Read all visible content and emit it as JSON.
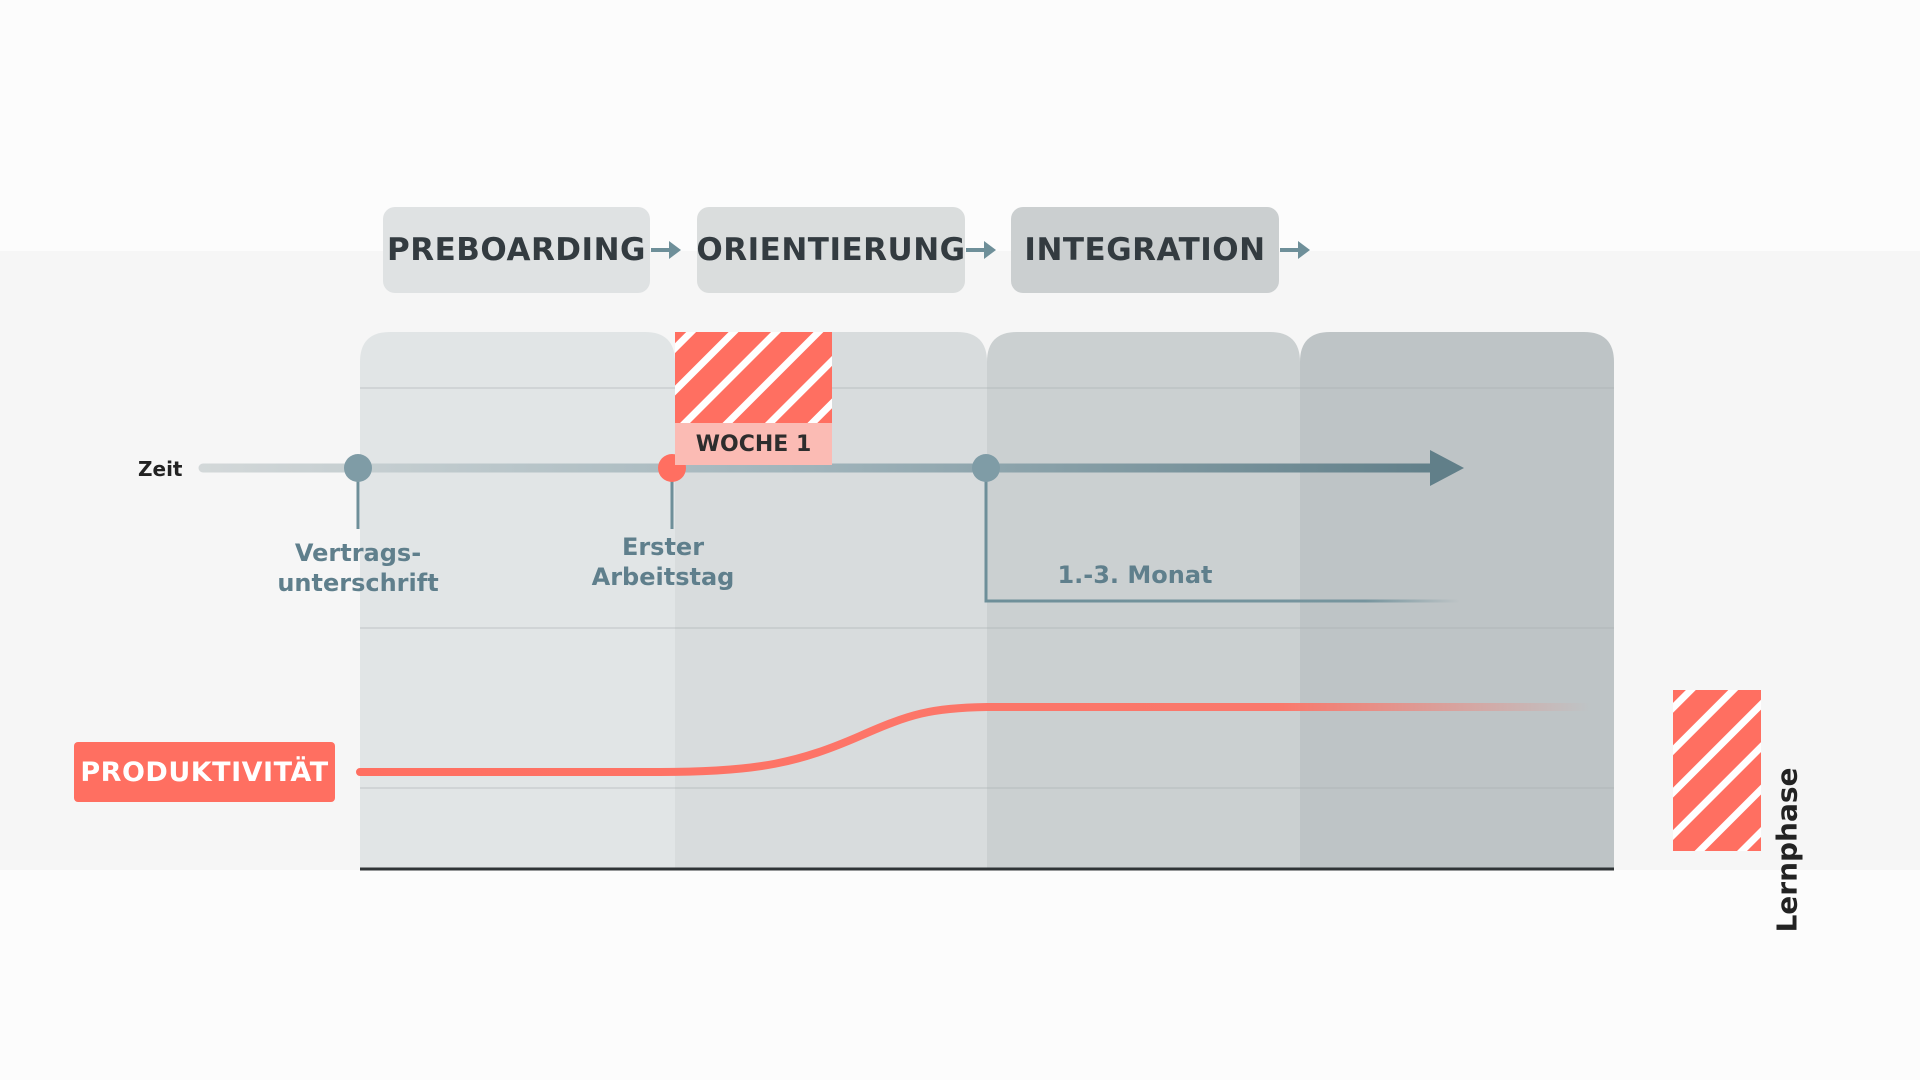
{
  "phases": [
    {
      "label": "PREBOARDING"
    },
    {
      "label": "ORIENTIERUNG"
    },
    {
      "label": "INTEGRATION"
    }
  ],
  "timeline": {
    "axis_label": "Zeit",
    "milestones": [
      {
        "label_line1": "Vertrags-",
        "label_line2": "unterschrift"
      },
      {
        "label_line1": "Erster",
        "label_line2": "Arbeitstag"
      },
      {
        "label_line1": "1.-3. Monat",
        "label_line2": ""
      }
    ]
  },
  "week_badge": "WOCHE 1",
  "productivity_label": "PRODUKTIVITÄT",
  "legend_label": "Lernphase",
  "colors": {
    "accent": "#ff6f61",
    "accent_light": "#fbbbb4",
    "timeline": "#6e8f99",
    "milestone_dot": "#7f9ca6",
    "column_1": "#e1e5e6",
    "column_2": "#d8dcdd",
    "column_3": "#cbd0d1",
    "column_4": "#bec4c6",
    "tab_1": "#dfe2e3",
    "tab_2": "#dadddd",
    "tab_3": "#cbcfd0"
  }
}
